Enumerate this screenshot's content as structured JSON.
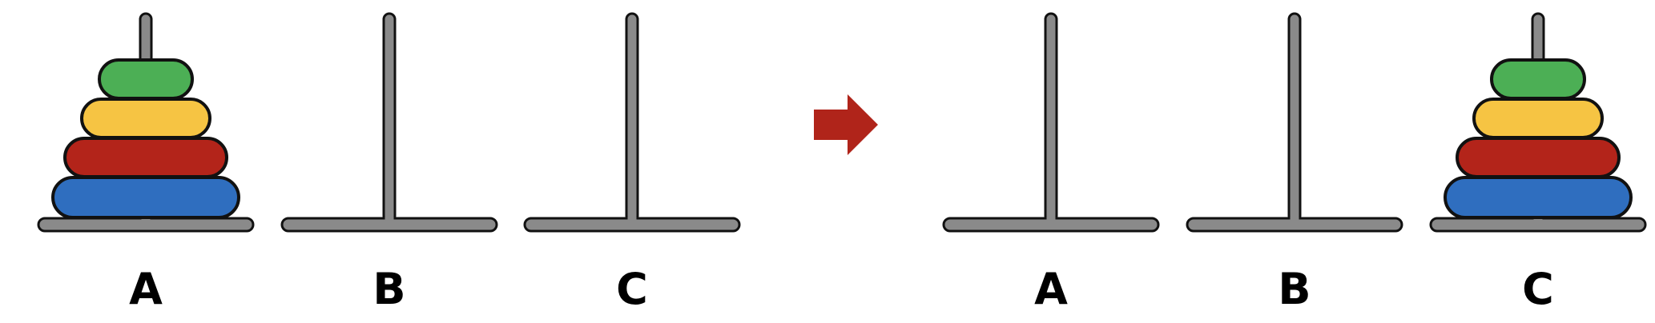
{
  "colors": {
    "rod": "#8a8a8a",
    "outline": "#111111",
    "arrow": "#b0241a",
    "background": "#ffffff"
  },
  "disk_colors": [
    "#2f6ebf",
    "#b3241a",
    "#f6c443",
    "#4caf55"
  ],
  "panels": [
    {
      "name": "initial-state",
      "pegs": [
        {
          "label": "A",
          "disks": 4
        },
        {
          "label": "B",
          "disks": 0
        },
        {
          "label": "C",
          "disks": 0
        }
      ]
    },
    {
      "name": "final-state",
      "pegs": [
        {
          "label": "A",
          "disks": 0
        },
        {
          "label": "B",
          "disks": 0
        },
        {
          "label": "C",
          "disks": 4
        }
      ]
    }
  ],
  "arrow_icon": "right-arrow-icon"
}
